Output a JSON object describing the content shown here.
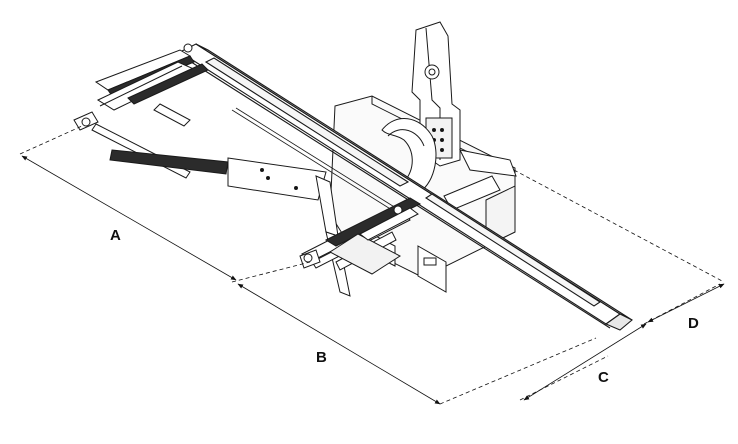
{
  "dimensions": {
    "a": "A",
    "b": "B",
    "c": "C",
    "d": "D"
  },
  "colors": {
    "line": "#1a1a1a",
    "fill": "#ffffff",
    "dark": "#2b2b2b"
  }
}
